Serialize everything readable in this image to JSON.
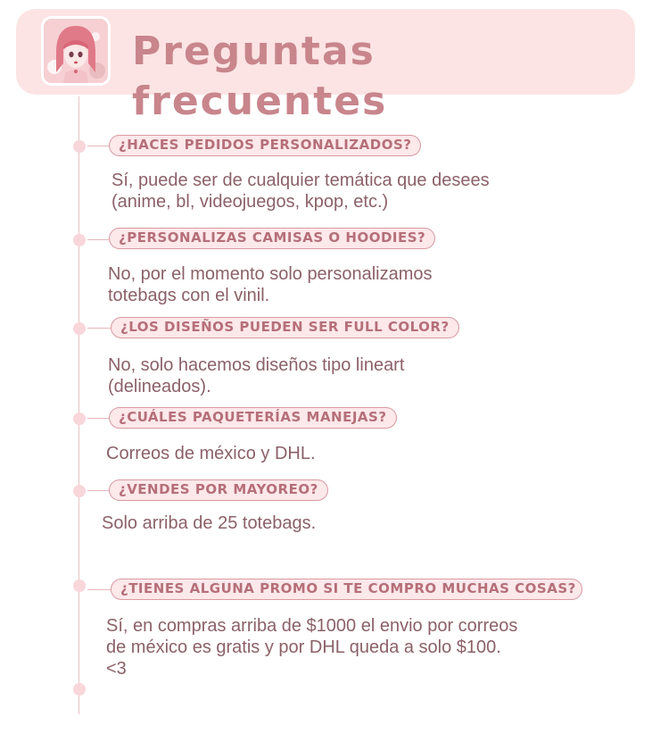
{
  "header": {
    "title": "Preguntas frecuentes",
    "avatar_icon": "anime-girl-avatar-icon",
    "background": "#fce4e4",
    "title_color": "#c8858c"
  },
  "faq": [
    {
      "question": "¿HACES PEDIDOS PERSONALIZADOS?",
      "answer": "Sí, puede ser de cualquier temática que desees (anime, bl, videojuegos, kpop, etc.)"
    },
    {
      "question": "¿PERSONALIZAS CAMISAS O HOODIES?",
      "answer": "No, por el momento solo personalizamos totebags con el vinil."
    },
    {
      "question": "¿LOS DISEÑOS PUEDEN SER FULL COLOR?",
      "answer": "No, solo hacemos diseños tipo lineart (delineados)."
    },
    {
      "question": "¿CUÁLES PAQUETERÍAS MANEJAS?",
      "answer": "Correos de méxico y DHL."
    },
    {
      "question": "¿VENDES POR MAYOREO?",
      "answer": "Solo arriba de 25 totebags."
    },
    {
      "question": "¿TIENES ALGUNA PROMO SI TE COMPRO MUCHAS COSAS?",
      "answer": "Sí, en compras arriba de $1000 el envio por correos de méxico es gratis y por DHL queda a solo $100. <3"
    }
  ],
  "colors": {
    "pill_fill": "#fde8ea",
    "pill_border": "#d99aa1",
    "question_text": "#b56f79",
    "answer_text": "#8b6168",
    "timeline": "#e7c3c6",
    "dot": "#f8d6da"
  }
}
